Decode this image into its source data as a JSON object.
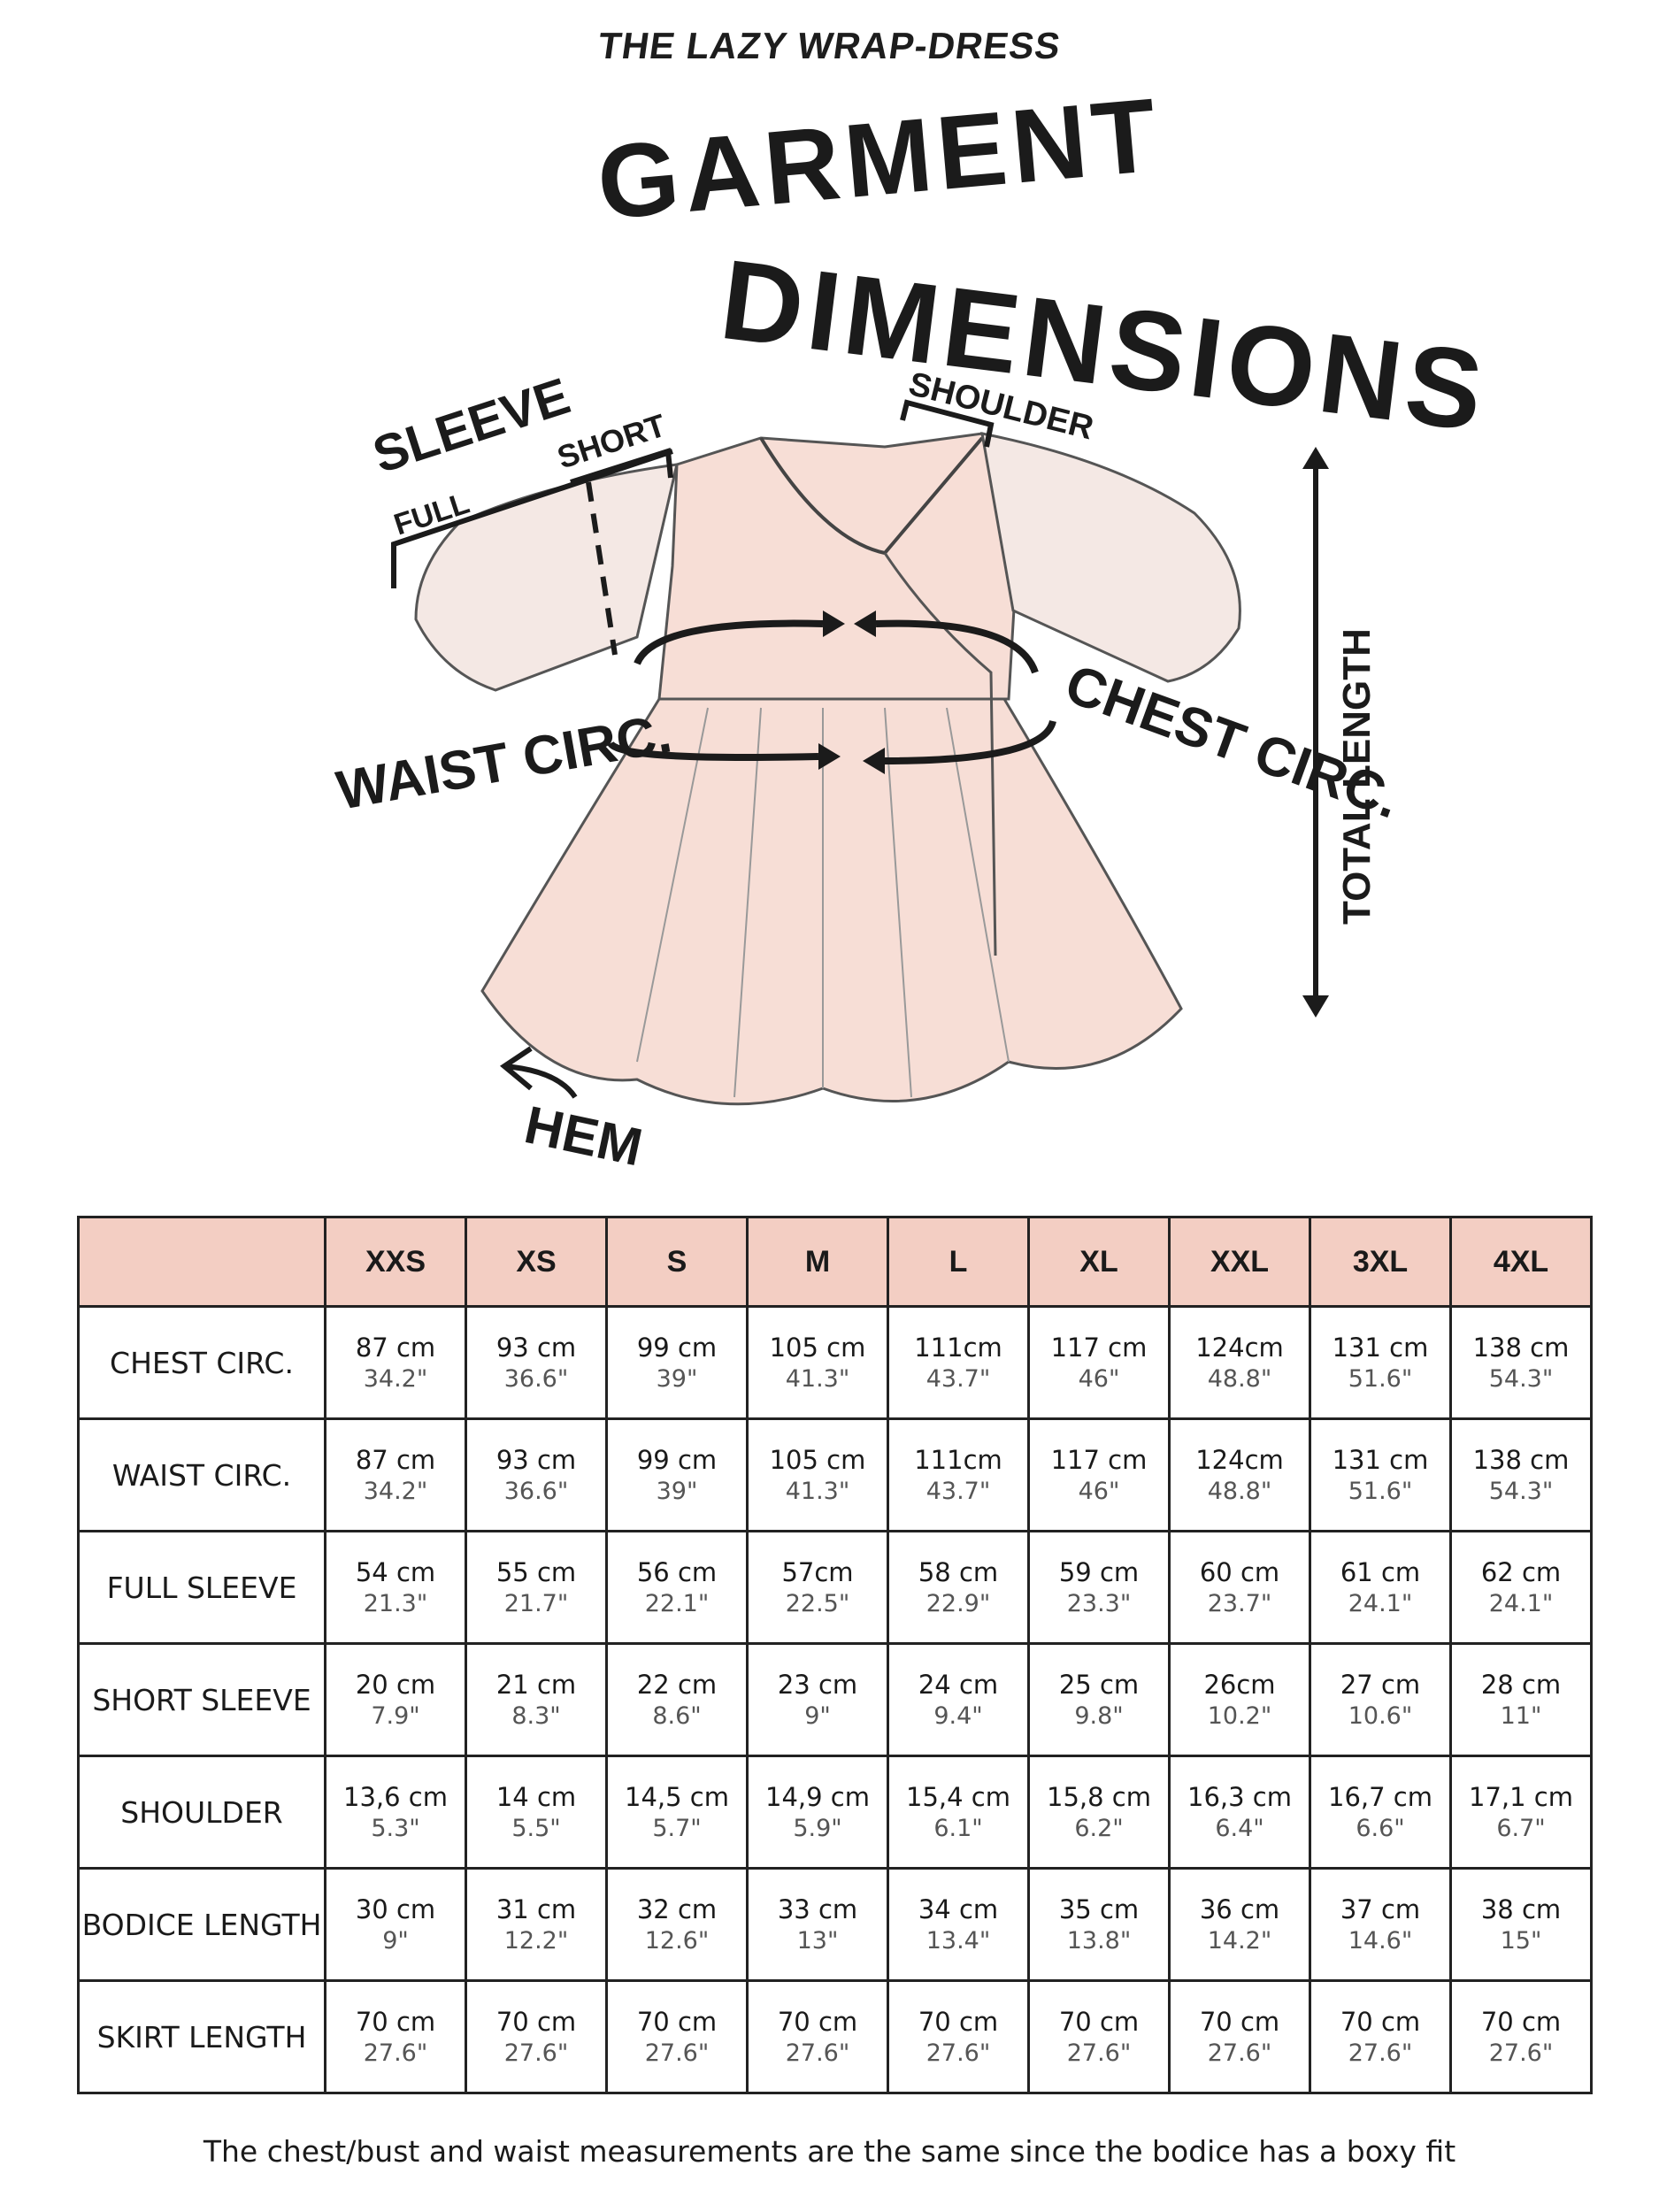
{
  "brand": "THE LAZY WRAP-DRESS",
  "title": {
    "line1": "GARMENT",
    "line2": "DIMENSIONS"
  },
  "labels": {
    "sleeve": "SLEEVE",
    "full": "FULL",
    "short": "SHORT",
    "shoulder": "SHOULDER",
    "total_length": "TOTAL LENGTH",
    "waist_circ": "WAIST CIRC.",
    "chest_circ": "CHEST CIRC.",
    "hem": "HEM"
  },
  "colors": {
    "header_bg": "#f3cec3",
    "dress_fill": "#f7ded6",
    "ink": "#1b1b1b"
  },
  "table": {
    "corner": "",
    "sizes": [
      "XXS",
      "XS",
      "S",
      "M",
      "L",
      "XL",
      "XXL",
      "3XL",
      "4XL"
    ],
    "rows": [
      {
        "label": "CHEST CIRC.",
        "cells": [
          {
            "cm": "87 cm",
            "in": "34.2\""
          },
          {
            "cm": "93 cm",
            "in": "36.6\""
          },
          {
            "cm": "99 cm",
            "in": "39\""
          },
          {
            "cm": "105 cm",
            "in": "41.3\""
          },
          {
            "cm": "111cm",
            "in": "43.7\""
          },
          {
            "cm": "117 cm",
            "in": "46\""
          },
          {
            "cm": "124cm",
            "in": "48.8\""
          },
          {
            "cm": "131 cm",
            "in": "51.6\""
          },
          {
            "cm": "138 cm",
            "in": "54.3\""
          }
        ]
      },
      {
        "label": "WAIST CIRC.",
        "cells": [
          {
            "cm": "87 cm",
            "in": "34.2\""
          },
          {
            "cm": "93 cm",
            "in": "36.6\""
          },
          {
            "cm": "99 cm",
            "in": "39\""
          },
          {
            "cm": "105 cm",
            "in": "41.3\""
          },
          {
            "cm": "111cm",
            "in": "43.7\""
          },
          {
            "cm": "117 cm",
            "in": "46\""
          },
          {
            "cm": "124cm",
            "in": "48.8\""
          },
          {
            "cm": "131 cm",
            "in": "51.6\""
          },
          {
            "cm": "138 cm",
            "in": "54.3\""
          }
        ]
      },
      {
        "label": "FULL SLEEVE",
        "cells": [
          {
            "cm": "54 cm",
            "in": "21.3\""
          },
          {
            "cm": "55 cm",
            "in": "21.7\""
          },
          {
            "cm": "56 cm",
            "in": "22.1\""
          },
          {
            "cm": "57cm",
            "in": "22.5\""
          },
          {
            "cm": "58 cm",
            "in": "22.9\""
          },
          {
            "cm": "59 cm",
            "in": "23.3\""
          },
          {
            "cm": "60 cm",
            "in": "23.7\""
          },
          {
            "cm": "61 cm",
            "in": "24.1\""
          },
          {
            "cm": "62 cm",
            "in": "24.1\""
          }
        ]
      },
      {
        "label": "SHORT SLEEVE",
        "cells": [
          {
            "cm": "20 cm",
            "in": "7.9\""
          },
          {
            "cm": "21 cm",
            "in": "8.3\""
          },
          {
            "cm": "22 cm",
            "in": "8.6\""
          },
          {
            "cm": "23 cm",
            "in": "9\""
          },
          {
            "cm": "24 cm",
            "in": "9.4\""
          },
          {
            "cm": "25 cm",
            "in": "9.8\""
          },
          {
            "cm": "26cm",
            "in": "10.2\""
          },
          {
            "cm": "27 cm",
            "in": "10.6\""
          },
          {
            "cm": "28 cm",
            "in": "11\""
          }
        ]
      },
      {
        "label": "SHOULDER",
        "cells": [
          {
            "cm": "13,6 cm",
            "in": "5.3\""
          },
          {
            "cm": "14 cm",
            "in": "5.5\""
          },
          {
            "cm": "14,5 cm",
            "in": "5.7\""
          },
          {
            "cm": "14,9 cm",
            "in": "5.9\""
          },
          {
            "cm": "15,4 cm",
            "in": "6.1\""
          },
          {
            "cm": "15,8 cm",
            "in": "6.2\""
          },
          {
            "cm": "16,3 cm",
            "in": "6.4\""
          },
          {
            "cm": "16,7 cm",
            "in": "6.6\""
          },
          {
            "cm": "17,1 cm",
            "in": "6.7\""
          }
        ]
      },
      {
        "label": "BODICE LENGTH",
        "cells": [
          {
            "cm": "30 cm",
            "in": "9\""
          },
          {
            "cm": "31 cm",
            "in": "12.2\""
          },
          {
            "cm": "32 cm",
            "in": "12.6\""
          },
          {
            "cm": "33 cm",
            "in": "13\""
          },
          {
            "cm": "34 cm",
            "in": "13.4\""
          },
          {
            "cm": "35 cm",
            "in": "13.8\""
          },
          {
            "cm": "36 cm",
            "in": "14.2\""
          },
          {
            "cm": "37 cm",
            "in": "14.6\""
          },
          {
            "cm": "38 cm",
            "in": "15\""
          }
        ]
      },
      {
        "label": "SKIRT LENGTH",
        "cells": [
          {
            "cm": "70 cm",
            "in": "27.6\""
          },
          {
            "cm": "70 cm",
            "in": "27.6\""
          },
          {
            "cm": "70 cm",
            "in": "27.6\""
          },
          {
            "cm": "70 cm",
            "in": "27.6\""
          },
          {
            "cm": "70 cm",
            "in": "27.6\""
          },
          {
            "cm": "70 cm",
            "in": "27.6\""
          },
          {
            "cm": "70 cm",
            "in": "27.6\""
          },
          {
            "cm": "70 cm",
            "in": "27.6\""
          },
          {
            "cm": "70 cm",
            "in": "27.6\""
          }
        ]
      }
    ]
  },
  "footnote": "The chest/bust and waist measurements are the same since the bodice has a boxy fit"
}
